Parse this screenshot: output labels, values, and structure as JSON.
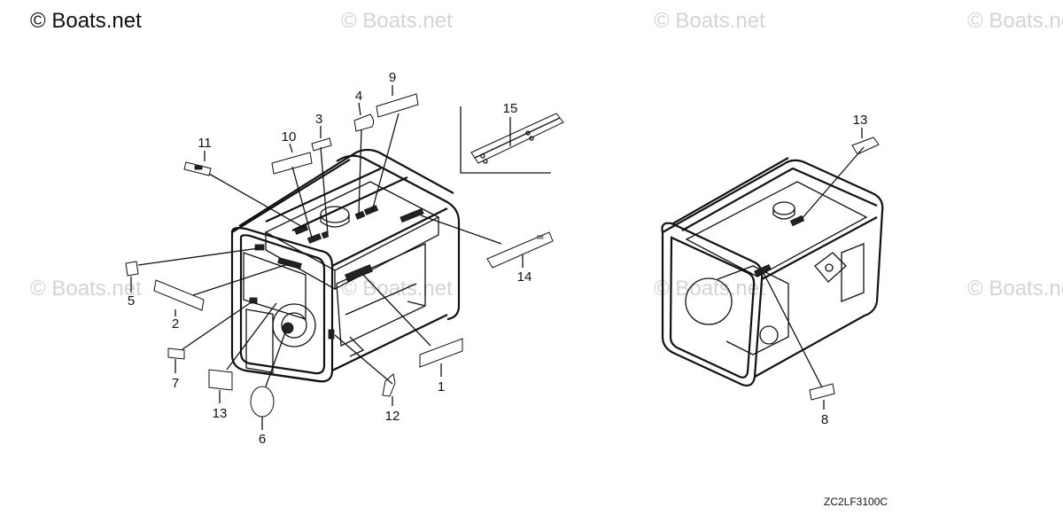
{
  "watermarks": {
    "top_left": "© Boats.net",
    "top_1": "© Boats.net",
    "top_2": "© Boats.net",
    "top_3": "© Boats.net",
    "mid_1": "© Boats.net",
    "mid_2": "© Boats.net",
    "mid_3": "© Boats.net",
    "mid_4": "© Boats.net"
  },
  "callouts": {
    "c1": "1",
    "c2": "2",
    "c3": "3",
    "c4": "4",
    "c5": "5",
    "c6": "6",
    "c7": "7",
    "c8": "8",
    "c9": "9",
    "c10": "10",
    "c11": "11",
    "c12": "12",
    "c13a": "13",
    "c13b": "13",
    "c14": "14",
    "c15": "15"
  },
  "diagram_code": "ZC2LF3100C"
}
